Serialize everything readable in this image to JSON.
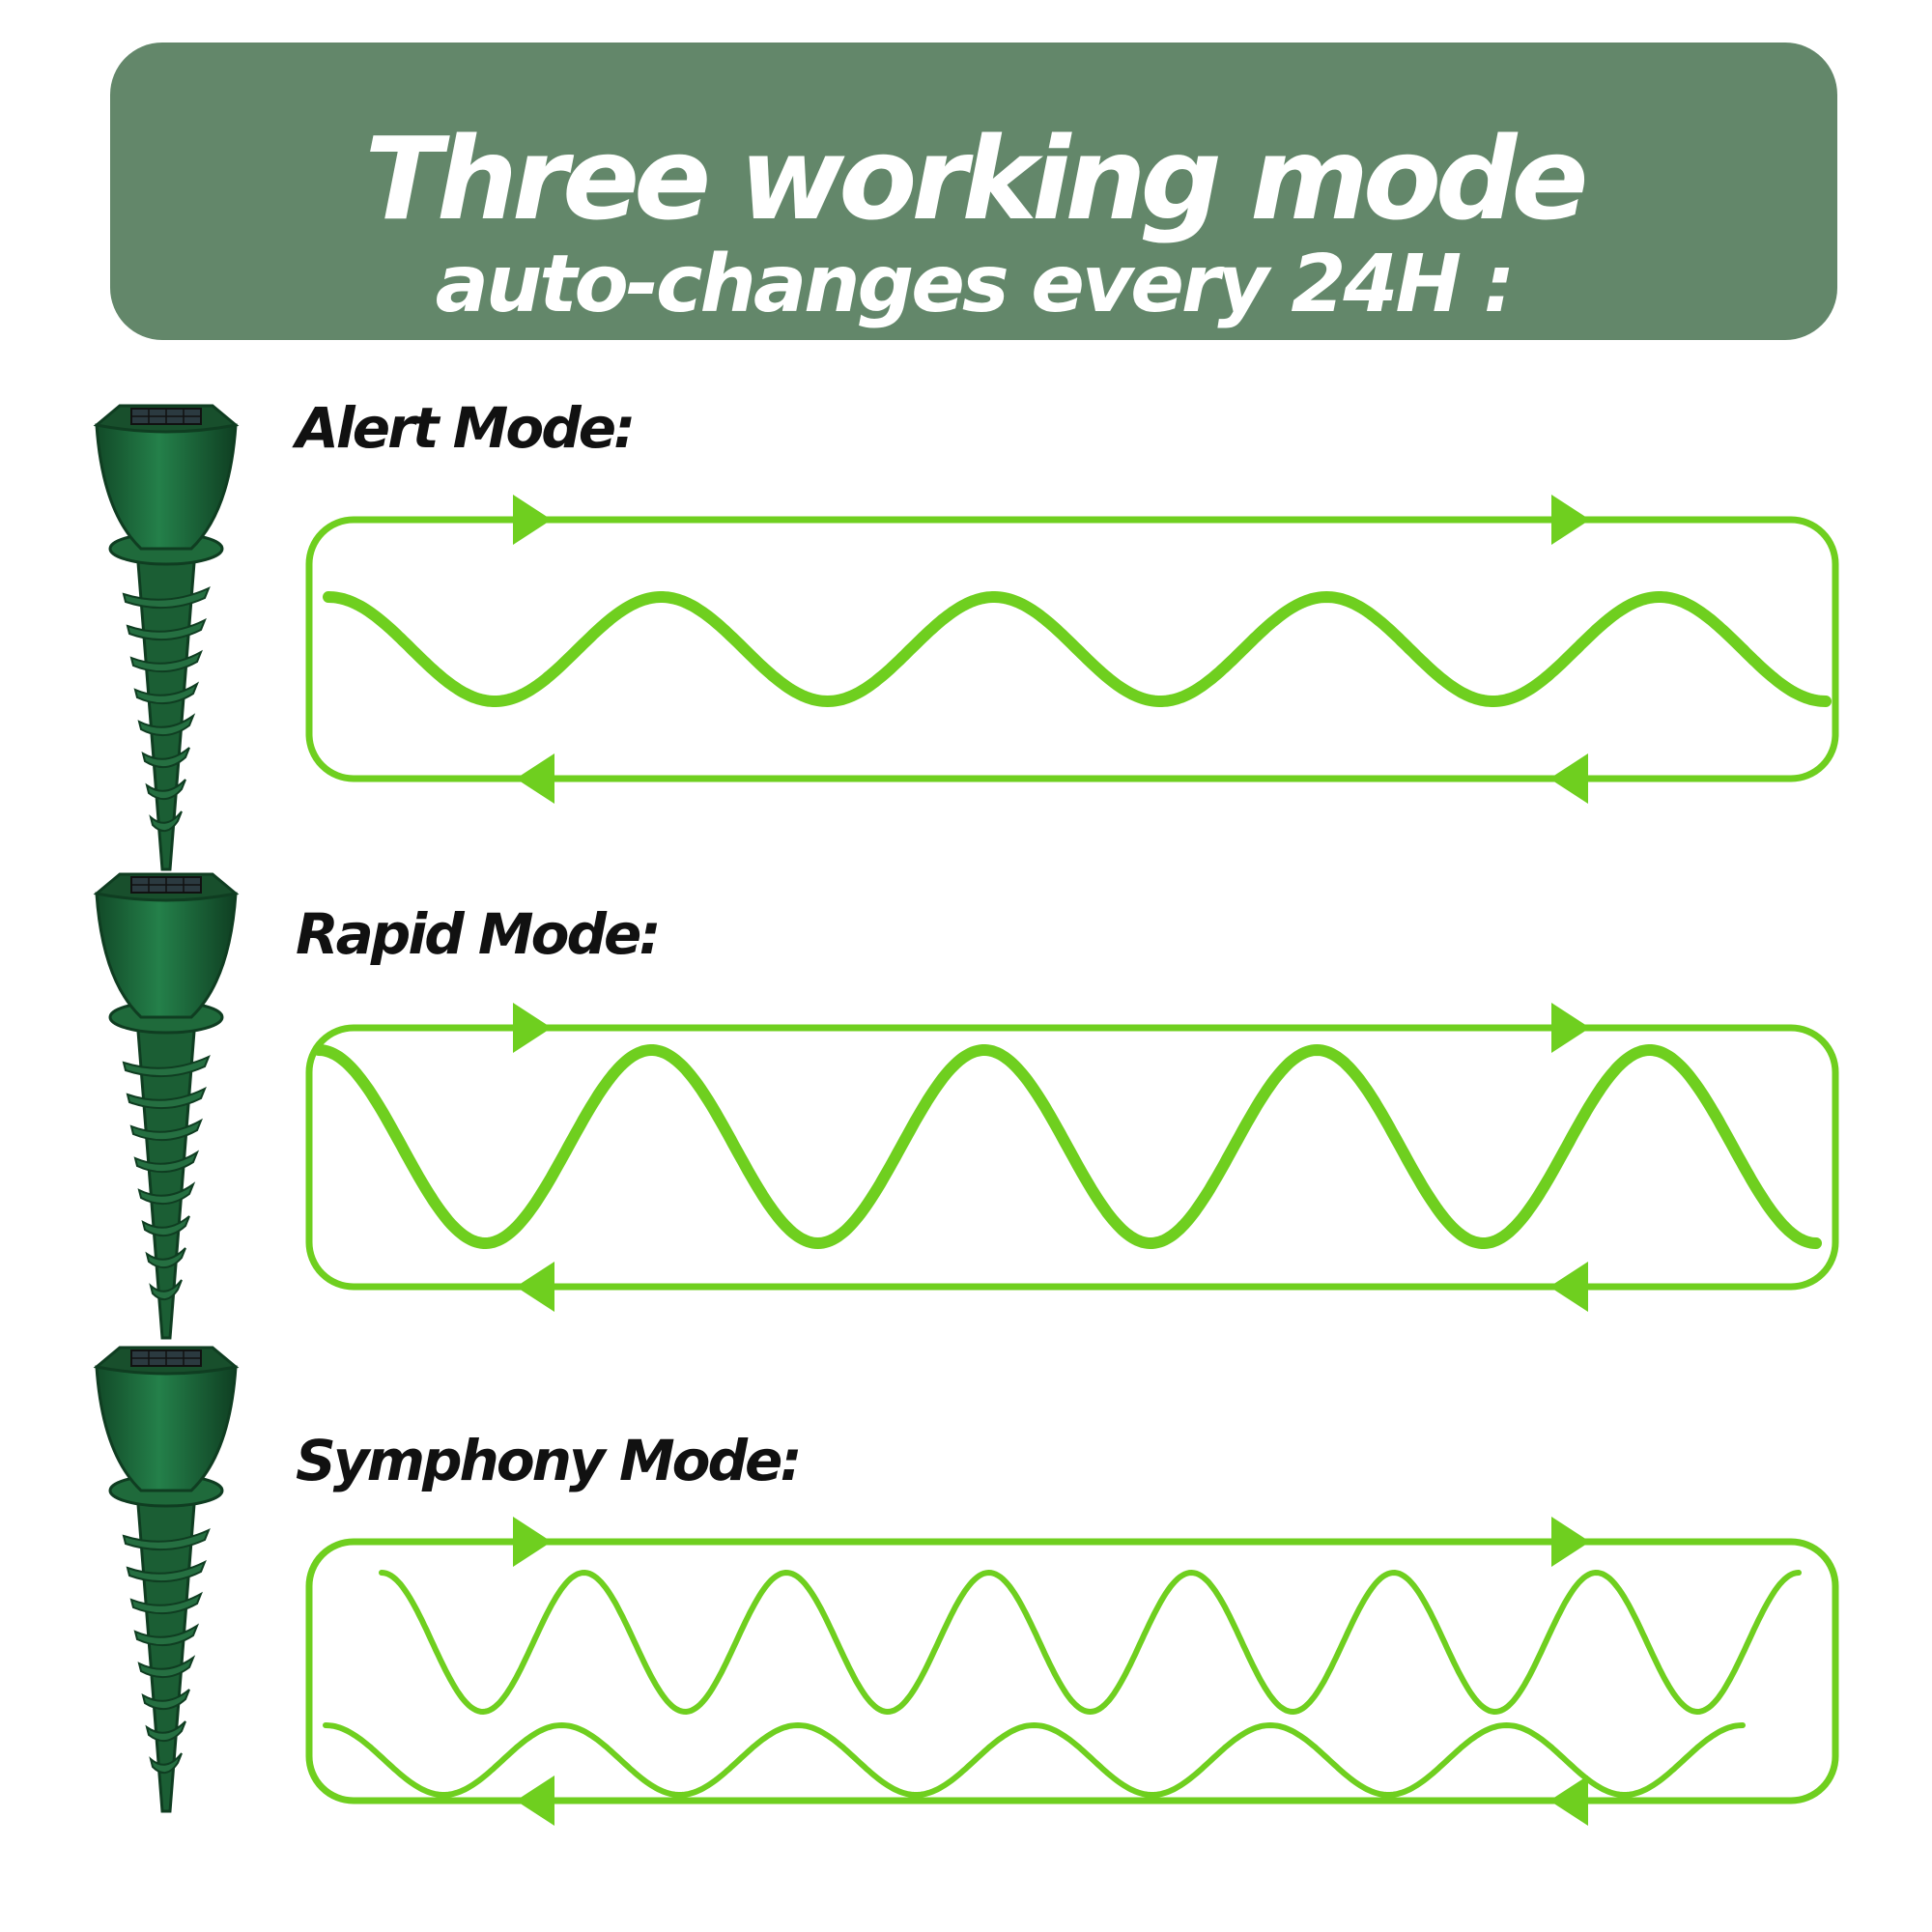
{
  "header": {
    "title_line1": "Three working mode",
    "title_line2": "auto-changes every 24H :"
  },
  "modes": [
    {
      "label": "Alert Mode:",
      "waves": [
        {
          "cycles": 4.5,
          "amplitude": "low",
          "stroke": "thick"
        }
      ]
    },
    {
      "label": "Rapid Mode:",
      "waves": [
        {
          "cycles": 4.5,
          "amplitude": "high",
          "stroke": "thick"
        }
      ]
    },
    {
      "label": "Symphony Mode:",
      "waves": [
        {
          "cycles": 7,
          "amplitude": "high",
          "stroke": "thin"
        },
        {
          "cycles": 6,
          "amplitude": "low",
          "stroke": "thin"
        }
      ]
    }
  ],
  "colors": {
    "header_bg": "#63876a",
    "header_text": "#ffffff",
    "accent_green": "#6fcf1f",
    "device_green": "#1e6b3a",
    "label_text": "#111111"
  },
  "icons": {
    "device": "solar-stake-repeller-icon",
    "arrow": "arrow-head-icon"
  }
}
